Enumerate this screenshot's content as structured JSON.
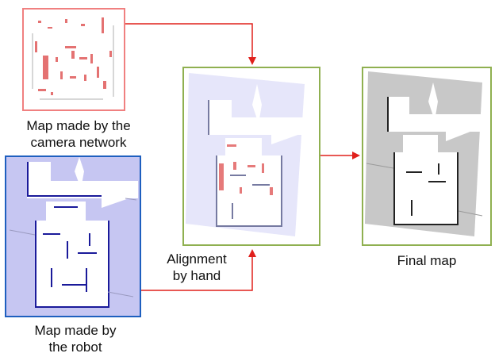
{
  "diagram": {
    "camera_map": {
      "caption": "Map made by the\ncamera network",
      "frame_color": "#f08080",
      "mark_color": "#e05a5a"
    },
    "robot_map": {
      "caption": "Map made by\nthe robot",
      "frame_color": "#1e5fbf",
      "background_color": "#c6c6f2",
      "wall_color": "#1a1a9a"
    },
    "aligned_map": {
      "caption": "Alignment\nby hand",
      "frame_color": "#8fb050",
      "background_color": "#e6e6fa"
    },
    "final_map": {
      "caption": "Final map",
      "frame_color": "#8fb050",
      "background_color": "#c8c8c8",
      "wall_color": "#222222"
    },
    "arrow_color": "#e0201c"
  }
}
